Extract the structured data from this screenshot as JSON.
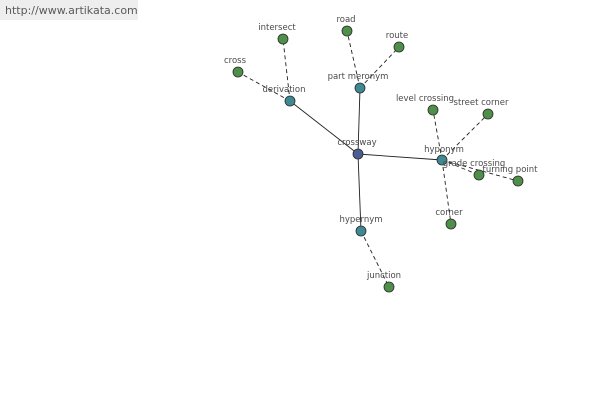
{
  "source_url": "http://www.artikata.com",
  "colors": {
    "root_node": "#4a5e94",
    "relation_node": "#3f8a92",
    "leaf_node": "#4e8f4a",
    "edge": "#202020",
    "node_stroke": "#2b2b2b"
  },
  "graph": {
    "root": "crossway",
    "relations": [
      {
        "label": "part meronym",
        "terms": [
          "road",
          "route"
        ]
      },
      {
        "label": "derivation",
        "terms": [
          "intersect",
          "cross"
        ]
      },
      {
        "label": "hyponym",
        "terms": [
          "level crossing",
          "street corner",
          "grade crossing",
          "turning point",
          "corner"
        ]
      },
      {
        "label": "hypernym",
        "terms": [
          "junction"
        ]
      }
    ]
  }
}
